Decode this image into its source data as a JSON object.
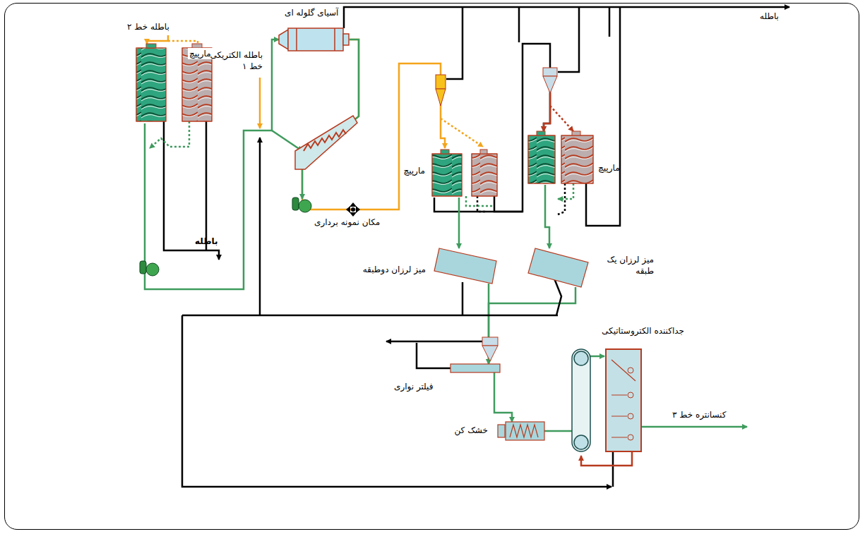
{
  "diagram": {
    "nodes": [
      {
        "text": [
          "مارپیچ"
        ]
      },
      {
        "text": [
          "آسیای گلوله ای"
        ]
      },
      {
        "text": [
          "مارپیچ"
        ]
      },
      {
        "text": [
          "مارپیچ"
        ]
      },
      {
        "text": [
          "میز لرزان دوطبقه"
        ]
      },
      {
        "text": [
          "میز لرزان یک طبقه"
        ]
      },
      {
        "text": [
          "فیلتر نواری"
        ]
      },
      {
        "text": [
          "خشک کن"
        ]
      },
      {
        "text": [
          "جداکننده الکتروستاتیکی"
        ]
      }
    ],
    "edges": [
      {
        "from": 0,
        "to": 1,
        "arrow": "to"
      },
      {
        "from": 1,
        "to": 2,
        "arrow": "to"
      },
      {
        "from": 2,
        "to": 3,
        "arrow": "to"
      },
      {
        "from": 2,
        "to": 4,
        "arrow": "to"
      },
      {
        "from": 3,
        "to": 5,
        "arrow": "to"
      },
      {
        "from": 4,
        "to": 6,
        "arrow": "to"
      },
      {
        "from": 5,
        "to": 6,
        "arrow": "to"
      },
      {
        "from": 6,
        "to": 7,
        "arrow": "to"
      },
      {
        "from": 7,
        "to": 8,
        "arrow": "to"
      }
    ],
    "labels": [
      "باطله خط ۲",
      "باطله الکتریکی خط ۱",
      "باطله",
      "مکان نمونه برداری",
      "باطله",
      "کنسانتره خط ۳"
    ]
  }
}
